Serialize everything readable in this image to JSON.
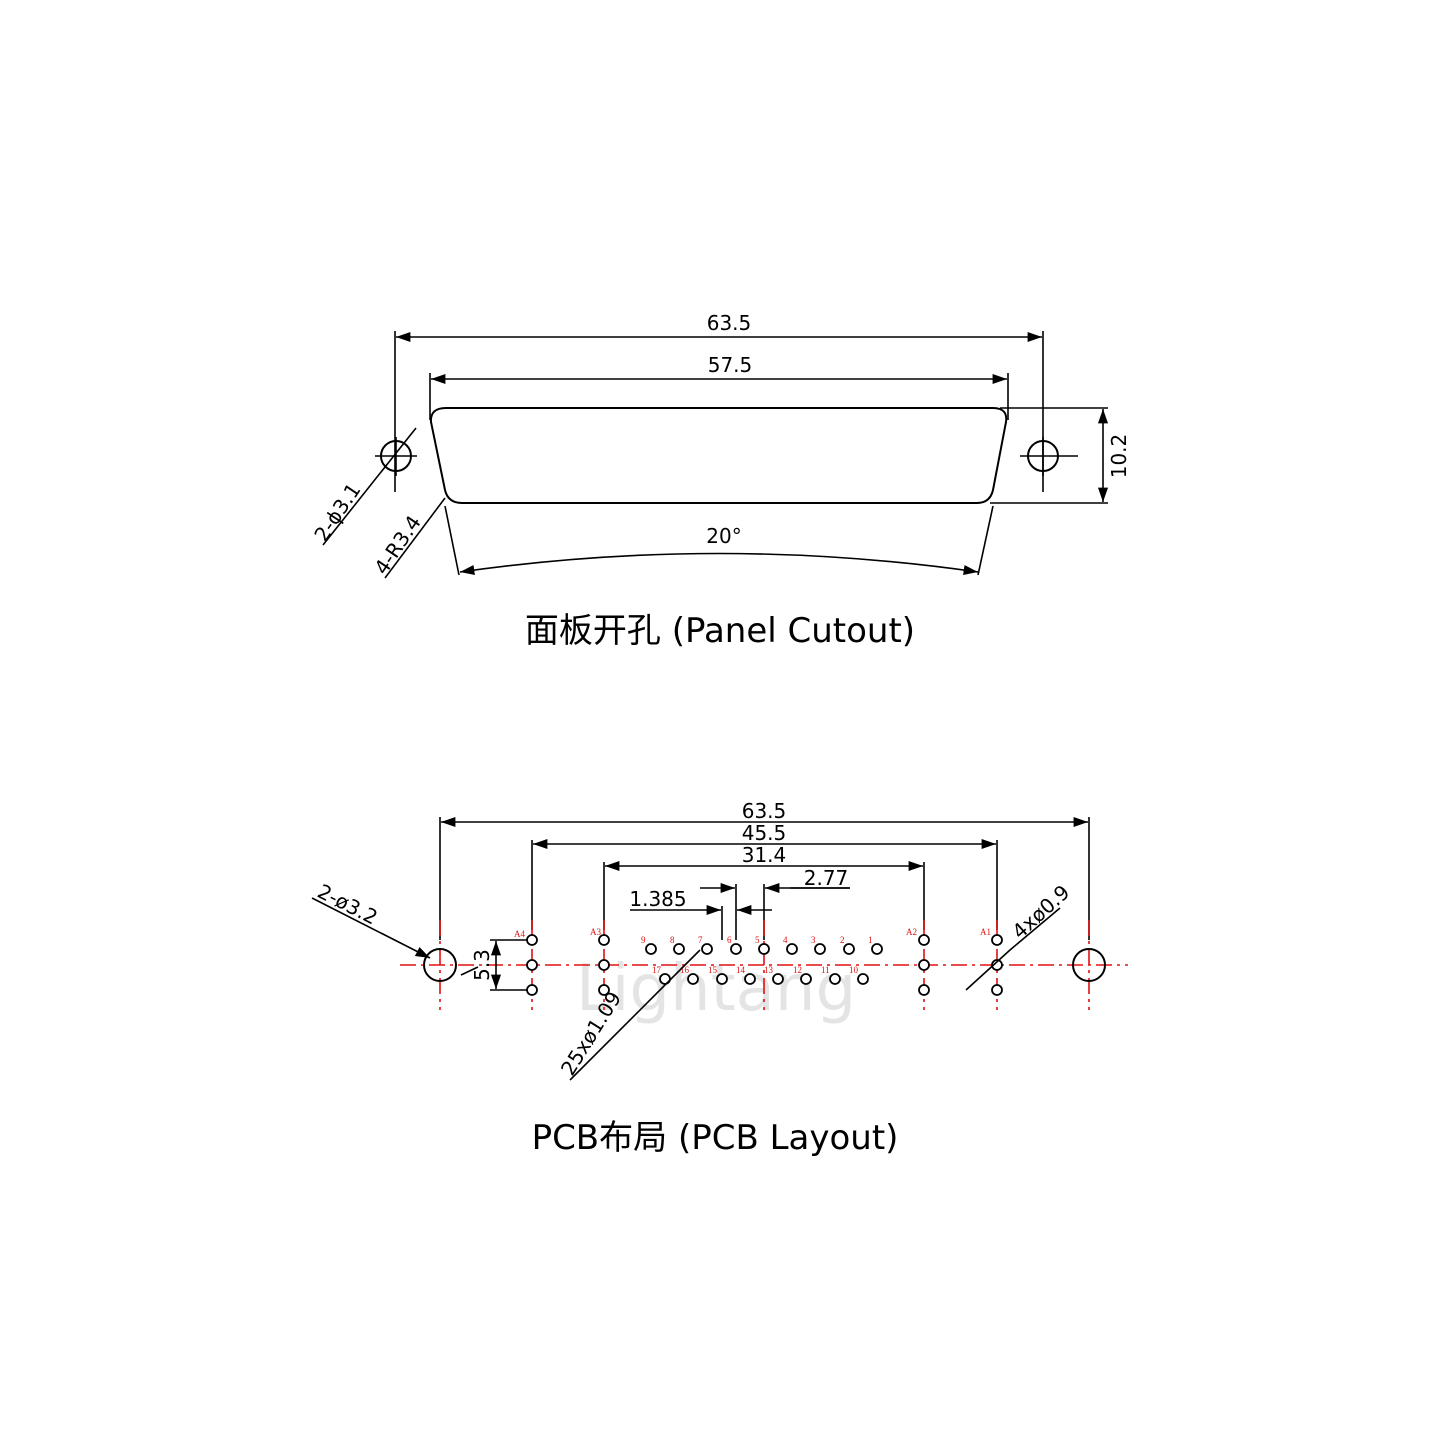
{
  "panel": {
    "dim_total": "63.5",
    "dim_cutout": "57.5",
    "dim_height": "10.2",
    "dim_angle": "20°",
    "dim_mount_holes": "2-ϕ3.1",
    "dim_corner_radius": "4-R3.4",
    "caption": "面板开孔 (Panel Cutout)"
  },
  "pcb": {
    "dim_total": "63.5",
    "dim_outer_pins": "45.5",
    "dim_inner_pins": "31.4",
    "dim_pitch": "2.77",
    "dim_half_pitch": "1.385",
    "dim_row_span": "5.3",
    "dim_mount_holes": "2-ø3.2",
    "dim_signal_holes": "25xø1.09",
    "dim_power_holes": "4xø0.9",
    "caption": "PCB布局 (PCB Layout)",
    "watermark": "Lightang",
    "pin_labels": {
      "a4": "A4",
      "a3": "A3",
      "a2": "A2",
      "a1": "A1",
      "p1": "1",
      "p2": "2",
      "p3": "3",
      "p4": "4",
      "p5": "5",
      "p6": "6",
      "p7": "7",
      "p8": "8",
      "p9": "9",
      "p10": "10",
      "p11": "11",
      "p12": "12",
      "p13": "13",
      "p14": "14",
      "p15": "15",
      "p16": "16",
      "p17": "17"
    }
  },
  "colors": {
    "line": "#000000",
    "centerline": "#e01010",
    "pin_label": "#e01010"
  }
}
